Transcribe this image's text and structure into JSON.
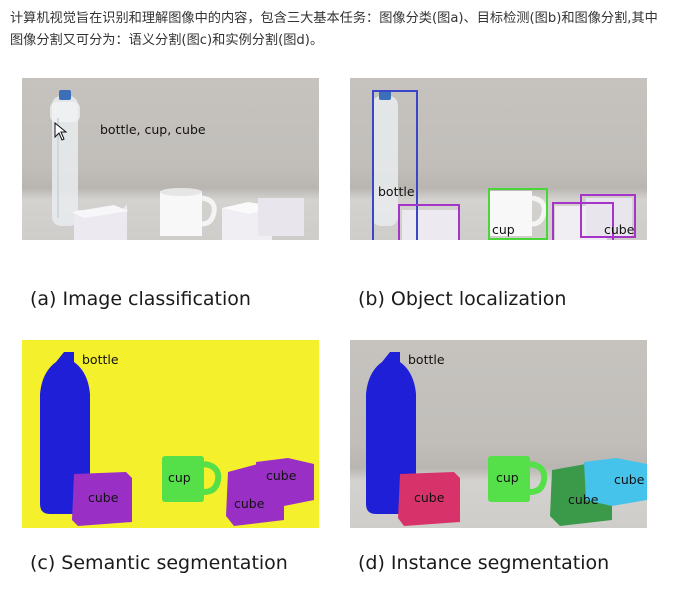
{
  "intro_text": "计算机视觉旨在识别和理解图像中的内容，包含三大基本任务：图像分类(图a)、目标检测(图b)和图像分割,其中图像分割又可分为：语义分割(图c)和实例分割(图d)。",
  "panels": {
    "a": {
      "caption": "(a) Image classification",
      "labels": "bottle, cup, cube"
    },
    "b": {
      "caption": "(b) Object localization",
      "labels": {
        "bottle": "bottle",
        "cup": "cup",
        "cube1": "cube",
        "cube2": "cube",
        "cube3": "cube"
      },
      "colors": {
        "bottle": "#3a45c8",
        "cup": "#4ad63a",
        "cube": "#a534c8"
      }
    },
    "c": {
      "caption": "(c) Semantic segmentation",
      "labels": {
        "bottle": "bottle",
        "cup": "cup",
        "cube1": "cube",
        "cube2": "cube",
        "cube3": "cube"
      },
      "colors": {
        "background": "#f4f02c",
        "bottle": "#1f1fd8",
        "cup": "#55e04a",
        "cube": "#9a2fc6"
      }
    },
    "d": {
      "caption": "(d) Instance segmentation",
      "labels": {
        "bottle": "bottle",
        "cup": "cup",
        "cube1": "cube",
        "cube2": "cube",
        "cube3": "cube"
      },
      "colors": {
        "bottle": "#1f1fd8",
        "cup": "#55e04a",
        "cube1": "#d8326a",
        "cube2": "#3a9a4a",
        "cube3": "#46c3ea"
      }
    }
  }
}
